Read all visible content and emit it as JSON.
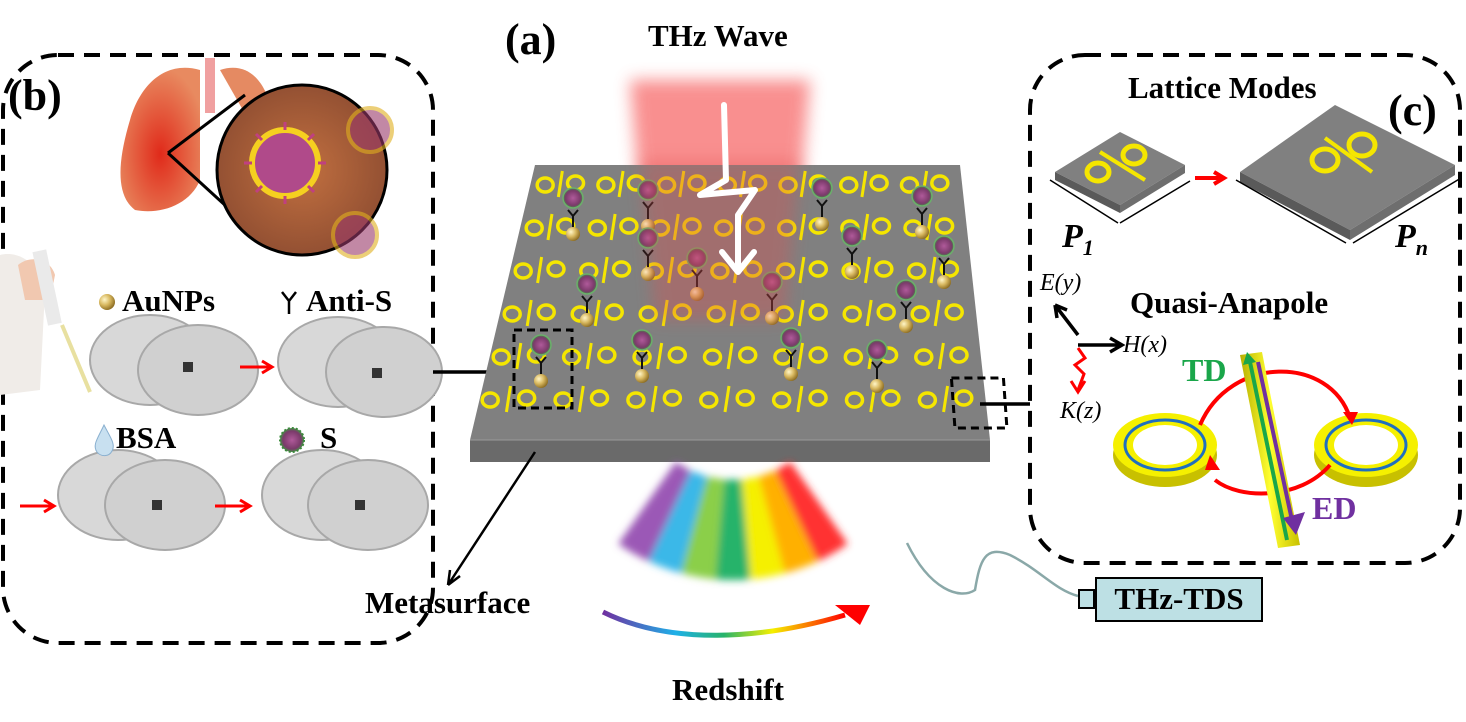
{
  "figure": {
    "panel_a": {
      "label": "(a)",
      "wave_title": "THz Wave",
      "surface_label": "Metasurface",
      "shift_label": "Redshift",
      "instrument_label": "THz-TDS",
      "spectrum_colors": [
        "#9b59b6",
        "#3ab8e8",
        "#8bcf4a",
        "#27b36a",
        "#f5f000",
        "#ffb000",
        "#ff3030"
      ]
    },
    "panel_b": {
      "label": "(b)",
      "steps": [
        {
          "name": "AuNPs",
          "icon": "gold-nanoparticle-icon"
        },
        {
          "name": "Anti-S",
          "prefix": "Y",
          "icon": "antibody-icon"
        },
        {
          "name": "BSA",
          "icon": "droplet-icon"
        },
        {
          "name": "S",
          "icon": "spike-protein-icon"
        }
      ]
    },
    "panel_c": {
      "label": "(c)",
      "lattice_title": "Lattice Modes",
      "period_small": "P",
      "period_small_sub": "1",
      "period_large": "P",
      "period_large_sub": "n",
      "anapole_title": "Quasi-Anapole",
      "axis_e": "E(y)",
      "axis_h": "H(x)",
      "axis_k": "K(z)",
      "td_label": "TD",
      "ed_label": "ED",
      "td_color": "#1aa64a",
      "ed_color": "#7030a0"
    },
    "colors": {
      "gold": "#f5e600",
      "substrate": "#808080",
      "arrow_red": "#ff0000",
      "tds_fill": "#bde0e4"
    }
  }
}
